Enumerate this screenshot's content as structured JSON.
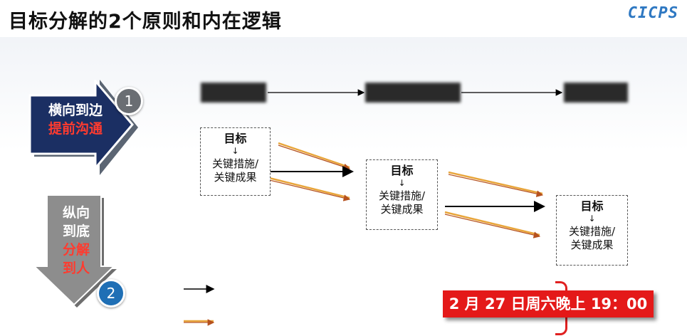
{
  "header": {
    "title": "目标分解的2个原则和内在逻辑",
    "logo_text": "CICPS"
  },
  "principles": [
    {
      "number": "1",
      "line1": "横向到边",
      "line2": "提前沟通",
      "direction": "right"
    },
    {
      "number": "2",
      "line1": "纵向",
      "line2": "到底",
      "line3": "分解",
      "line4": "到人",
      "direction": "down"
    }
  ],
  "levels": [
    {
      "label": ""
    },
    {
      "label": ""
    },
    {
      "label": ""
    }
  ],
  "goal_boxes": [
    {
      "goal": "目标",
      "arrow": "↓",
      "measures": "关键措施/",
      "results": "关键成果"
    },
    {
      "goal": "目标",
      "arrow": "↓",
      "measures": "关键措施/",
      "results": "关键成果"
    },
    {
      "goal": "目标",
      "arrow": "↓",
      "measures": "关键措施/",
      "results": "关键成果"
    }
  ],
  "legend": [
    {
      "line_color": "#000000",
      "text": ""
    },
    {
      "line_color": "#e8a53a",
      "text": ""
    }
  ],
  "event": {
    "text": "2 月 27 日周六晚上 19：00"
  },
  "colors": {
    "navy": "#1b2f63",
    "accent_red": "#e41919",
    "orange_line": "#e8a53a",
    "brown_line": "#b5511f",
    "logo_blue": "#2e78c2"
  }
}
